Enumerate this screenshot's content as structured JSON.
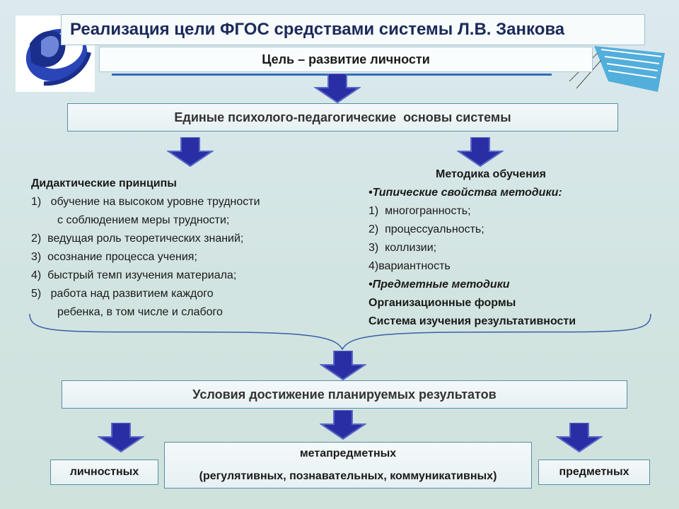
{
  "title": "Реализация цели ФГОС средствами системы Л.В. Занкова",
  "goal": "Цель – развитие личности",
  "foundations": "Единые психолого-педагогические  основы системы",
  "principles": {
    "heading": "Дидактические принципы",
    "items": [
      "1)   обучение на высоком уровне трудности",
      "с соблюдением меры трудности;",
      "2)  ведущая роль теоретических знаний;",
      "3)  осознание процесса учения;",
      "4)  быстрый темп изучения материала;",
      "5)   работа над развитием каждого",
      "ребенка, в том числе и слабого"
    ]
  },
  "methodology": {
    "heading": "Методика обучения",
    "typical_heading": "•Типические свойства методики:",
    "typical_items": [
      "1)  многогранность;",
      "2)  процессуальность;",
      "3)  коллизии;",
      "4)вариантность"
    ],
    "subject_methods": "•Предметные методики",
    "org_forms": "Организационные формы",
    "effectiveness": "Система изучения результативности"
  },
  "conditions": "Условия достижение планируемых результатов",
  "results": {
    "personal": "личностных",
    "meta_title": "метапредметных",
    "meta_sub": "(регулятивных, познавательных, коммуникативных)",
    "subject": "предметных"
  },
  "colors": {
    "arrow_fill": "#2a2ea4",
    "arrow_stroke": "#5a6ac8",
    "box_border": "#5a8ea8",
    "logo_blue": "#1f3b9a"
  },
  "icons": {
    "logo": "leaf-logo-icon",
    "decor": "blue-leaf-decoration-icon"
  }
}
